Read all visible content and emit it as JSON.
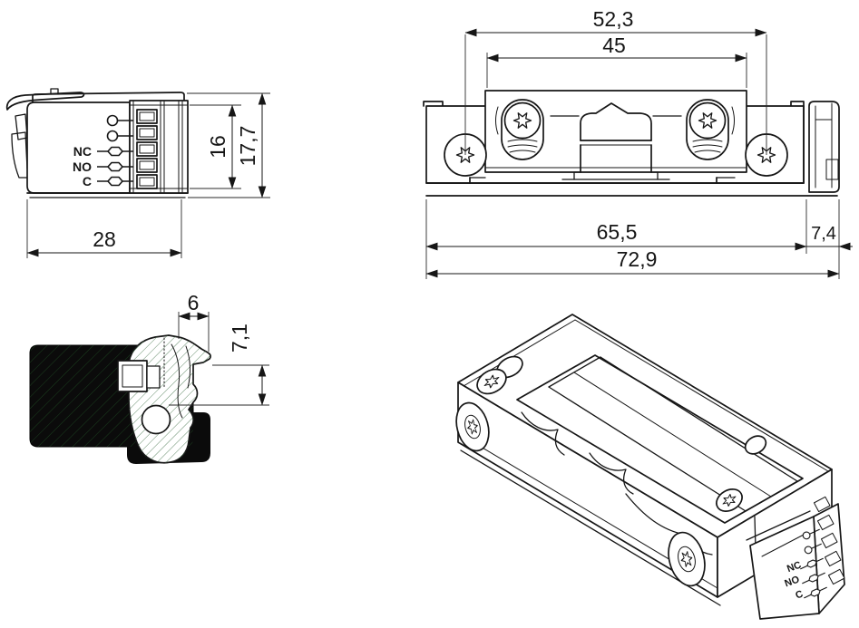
{
  "page": {
    "background": "#ffffff",
    "line_color": "#161616",
    "hatch_color": "#3f6f46",
    "section_fill": "#0b0b0b"
  },
  "dims": {
    "side_view": {
      "body_width": "28",
      "body_height": "16",
      "total_height": "17,7"
    },
    "front_view": {
      "hole_spacing": "52,3",
      "faceplate_width": "45",
      "body_length": "65,5",
      "connector_depth": "7,4",
      "total_length": "72,9"
    },
    "section_view": {
      "lip_width": "6",
      "lip_height": "7,1"
    }
  },
  "terminals": {
    "labels": [
      "NC",
      "NO",
      "C"
    ]
  }
}
